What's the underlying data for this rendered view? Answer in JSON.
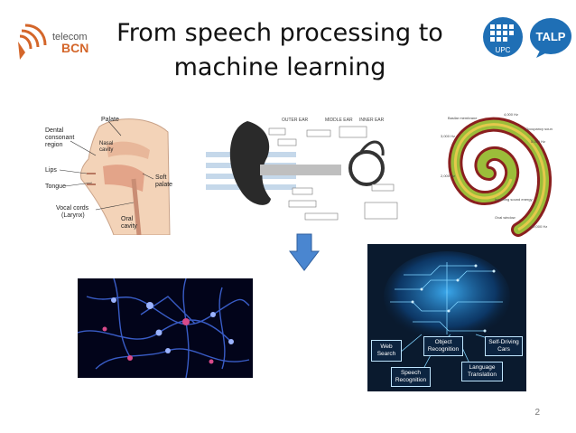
{
  "slide": {
    "title_line1": "From speech processing to",
    "title_line2": "machine learning",
    "page_number": "2"
  },
  "logos": {
    "telecom_text": "telecom",
    "bcn_text": "BCN",
    "upc_text": "UPC",
    "talp_text": "TALP"
  },
  "vocal_tract": {
    "labels": [
      "Palate",
      "Dental consonant region",
      "Nasal cavity",
      "Lips",
      "Tongue",
      "Soft palate",
      "Vocal cords (Larynx)",
      "Oral cavity"
    ]
  },
  "ai_brain": {
    "labels": [
      "Web Search",
      "Object Recognition",
      "Self-Driving Cars",
      "Speech Recognition",
      "Language Translation"
    ]
  },
  "colors": {
    "arrow": "#4a86d0",
    "brain_bg": "#0a1a2e",
    "neuron_bg": "#02041a"
  }
}
